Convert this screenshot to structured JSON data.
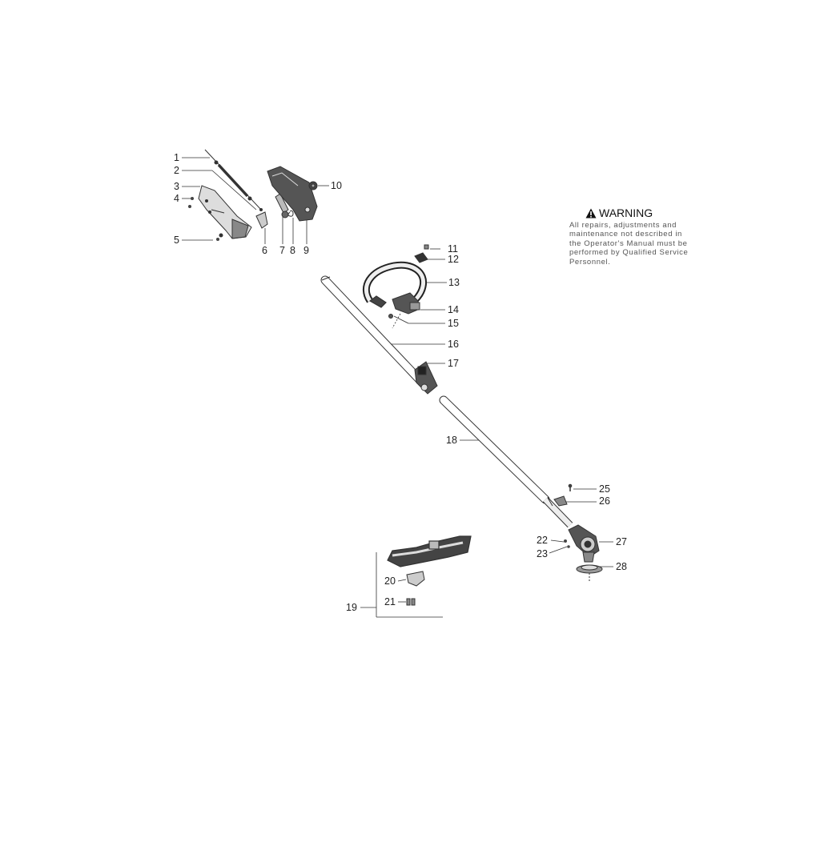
{
  "warning": {
    "icon": "warning-triangle-icon",
    "title": "WARNING",
    "text": "All repairs, adjustments and\nmaintenance not described in\nthe Operator's Manual must be\nperformed by Qualified Service\nPersonnel."
  },
  "callouts": [
    "1",
    "2",
    "3",
    "4",
    "5",
    "6",
    "7",
    "8",
    "9",
    "10",
    "11",
    "12",
    "13",
    "14",
    "15",
    "16",
    "17",
    "18",
    "19",
    "20",
    "21",
    "22",
    "23",
    "25",
    "26",
    "27",
    "28"
  ]
}
